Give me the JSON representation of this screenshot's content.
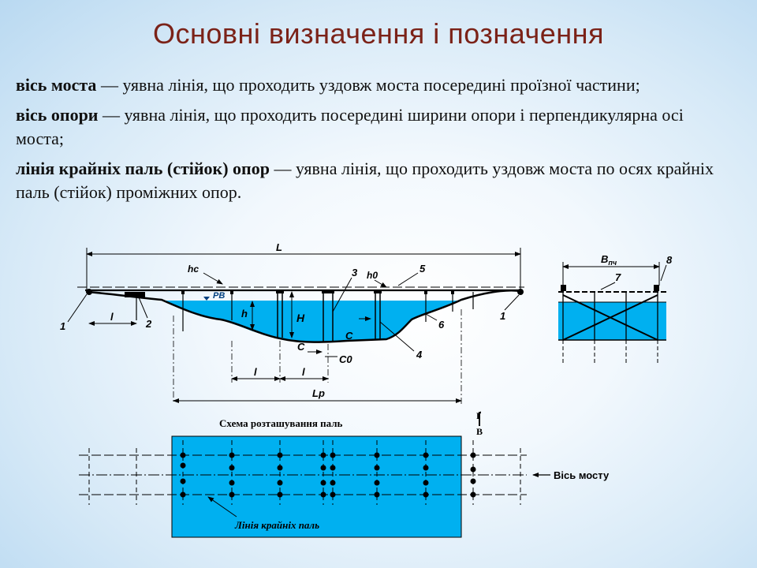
{
  "slide": {
    "title": "Основні визначення і позначення",
    "definitions": [
      {
        "term": "вісь моста",
        "dash": " — ",
        "text": "уявна лінія, що проходить уздовж моста посередині проїзної частини;"
      },
      {
        "term": "вісь опори",
        "dash": " — ",
        "text": "уявна лінія, що проходить посередині ширини опори і перпендикулярна осі моста;"
      },
      {
        "term": "лінія крайніх паль (стійок) опор",
        "dash": " — ",
        "text": "уявна лінія, що проходить уздовж моста по осях крайніх паль (стійок) проміжних опор."
      }
    ]
  },
  "elevation": {
    "L": "L",
    "hc": "hс",
    "h0": "h0",
    "PB": "РВ",
    "h": "h",
    "H": "H",
    "C": "C",
    "C0": "C0",
    "l": "l",
    "Lp": "Lp",
    "n1": "1",
    "n2": "2",
    "n3": "3",
    "n4": "4",
    "n5": "5",
    "n6": "6"
  },
  "section": {
    "B": "B",
    "Bsub": "пч",
    "n7": "7",
    "n8": "8"
  },
  "plan": {
    "title": "Схема розташування паль",
    "axis_label": "Вісь мосту",
    "edge_line_label": "Лінія крайніх паль",
    "section_mark": "В",
    "section_mark_top": "Ґ"
  },
  "colors": {
    "water": "#00b0f0",
    "title": "#7b2218"
  }
}
